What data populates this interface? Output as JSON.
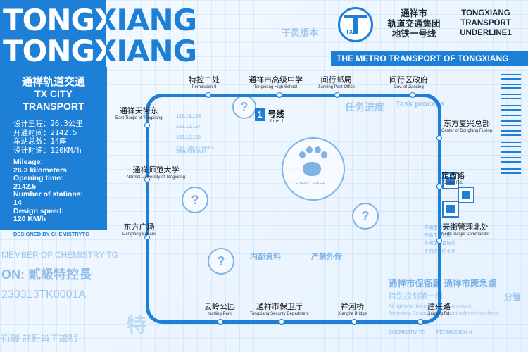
{
  "header": {
    "title_big": "TONGXIANG",
    "org_cn": [
      "通祥市",
      "轨道交通集团",
      "地铁一号线"
    ],
    "org_en": [
      "TONGXIANG",
      "TRANSPORT",
      "UNDERLINE1"
    ],
    "logo_text": "TX",
    "banner": "THE METRO TRANSPORT OF TONGXIANG"
  },
  "panel": {
    "title": "通祥轨道交通",
    "sub1": "TX CITY",
    "sub2": "TRANSPORT",
    "info_cn": [
      "设计里程：26.3公里",
      "开通时间：2142.5",
      "车站总数：14座",
      "设计时速：120KM/h"
    ],
    "info_en": [
      "Mileage:",
      "26.3 kilometers",
      "Opening time:",
      "2142.5",
      "Number of stations:",
      "14",
      "Design speed:",
      "120 KM/h"
    ],
    "credit": "DESIGNED BY CHEMISTRYTG"
  },
  "line": {
    "number": "1",
    "name": "号线",
    "name_en": "Line 1"
  },
  "stations": [
    {
      "id": "tekong-erchu",
      "cn": "特控二处",
      "en": "Permission-II"
    },
    {
      "id": "gaoji-zhongxue",
      "cn": "通祥市高级中学",
      "en": "Tongxiang High School"
    },
    {
      "id": "jianxing-youju",
      "cn": "间行邮局",
      "en": "Jianxing Post Office"
    },
    {
      "id": "jianxing-zhengfu",
      "cn": "间行区政府",
      "en": "Gov. of Jianxing"
    },
    {
      "id": "tianjiedong",
      "cn": "通祥天街东",
      "en": "East Tianjie of Tongxiang"
    },
    {
      "id": "dongfang-fuxing",
      "cn": "东方复兴总部",
      "en": "Center of Dongfang Fuxing"
    },
    {
      "id": "shifan-daxue",
      "cn": "通祥师范大学",
      "en": "Normal University of Tongxiang"
    },
    {
      "id": "dingxi",
      "cn": "定西路",
      "en": "Dingxi Rd."
    },
    {
      "id": "dongfang-guangchang",
      "cn": "东方广场",
      "en": "Dongfang Square"
    },
    {
      "id": "tianjie-guanli",
      "cn": "天街管理北处",
      "en": "North Tianjie Commander"
    },
    {
      "id": "yunling",
      "cn": "云岭公园",
      "en": "Yunling Park"
    },
    {
      "id": "baoweiting",
      "cn": "通祥市保卫厅",
      "en": "Tongxiang Security Department"
    },
    {
      "id": "xianghe",
      "cn": "祥河桥",
      "en": "Xianghe Bridge"
    },
    {
      "id": "jianxing-lu",
      "cn": "建兴路",
      "en": "Jianxing Rd."
    }
  ],
  "background": {
    "cadre_version": "干员版本",
    "task_progress": "任务进度",
    "task_progress_en": "Task process",
    "internal": "内部资料",
    "no_leak": "严禁外传",
    "hub_label": "FLUFFY CENTER",
    "ips": [
      "132.13.126",
      "132.13.127",
      "132.12.128",
      "132.145.115%&3"
    ],
    "warning": "WARNING",
    "member": "MEMBER OF CHEMISTRY TG",
    "rank": "ON: 貳級特控長",
    "serial": "230313TK0001A",
    "special": "特",
    "bottom_left": "街廳  註冊員工證明",
    "bottom_right": "通祥市保衛廳  通祥市應急處",
    "special_division": "特別控制第一組",
    "branch": "分管",
    "rights": "All rights to this program are reserved.",
    "declare": "Tongxiang Security Department solemnly declares.",
    "chem": "CHEMISTRY TG",
    "permission": "PERMISSION-II",
    "notice": [
      "不确定的传送点",
      "不确定的行动",
      "不确定的目标点",
      "不明身份的干员"
    ]
  }
}
